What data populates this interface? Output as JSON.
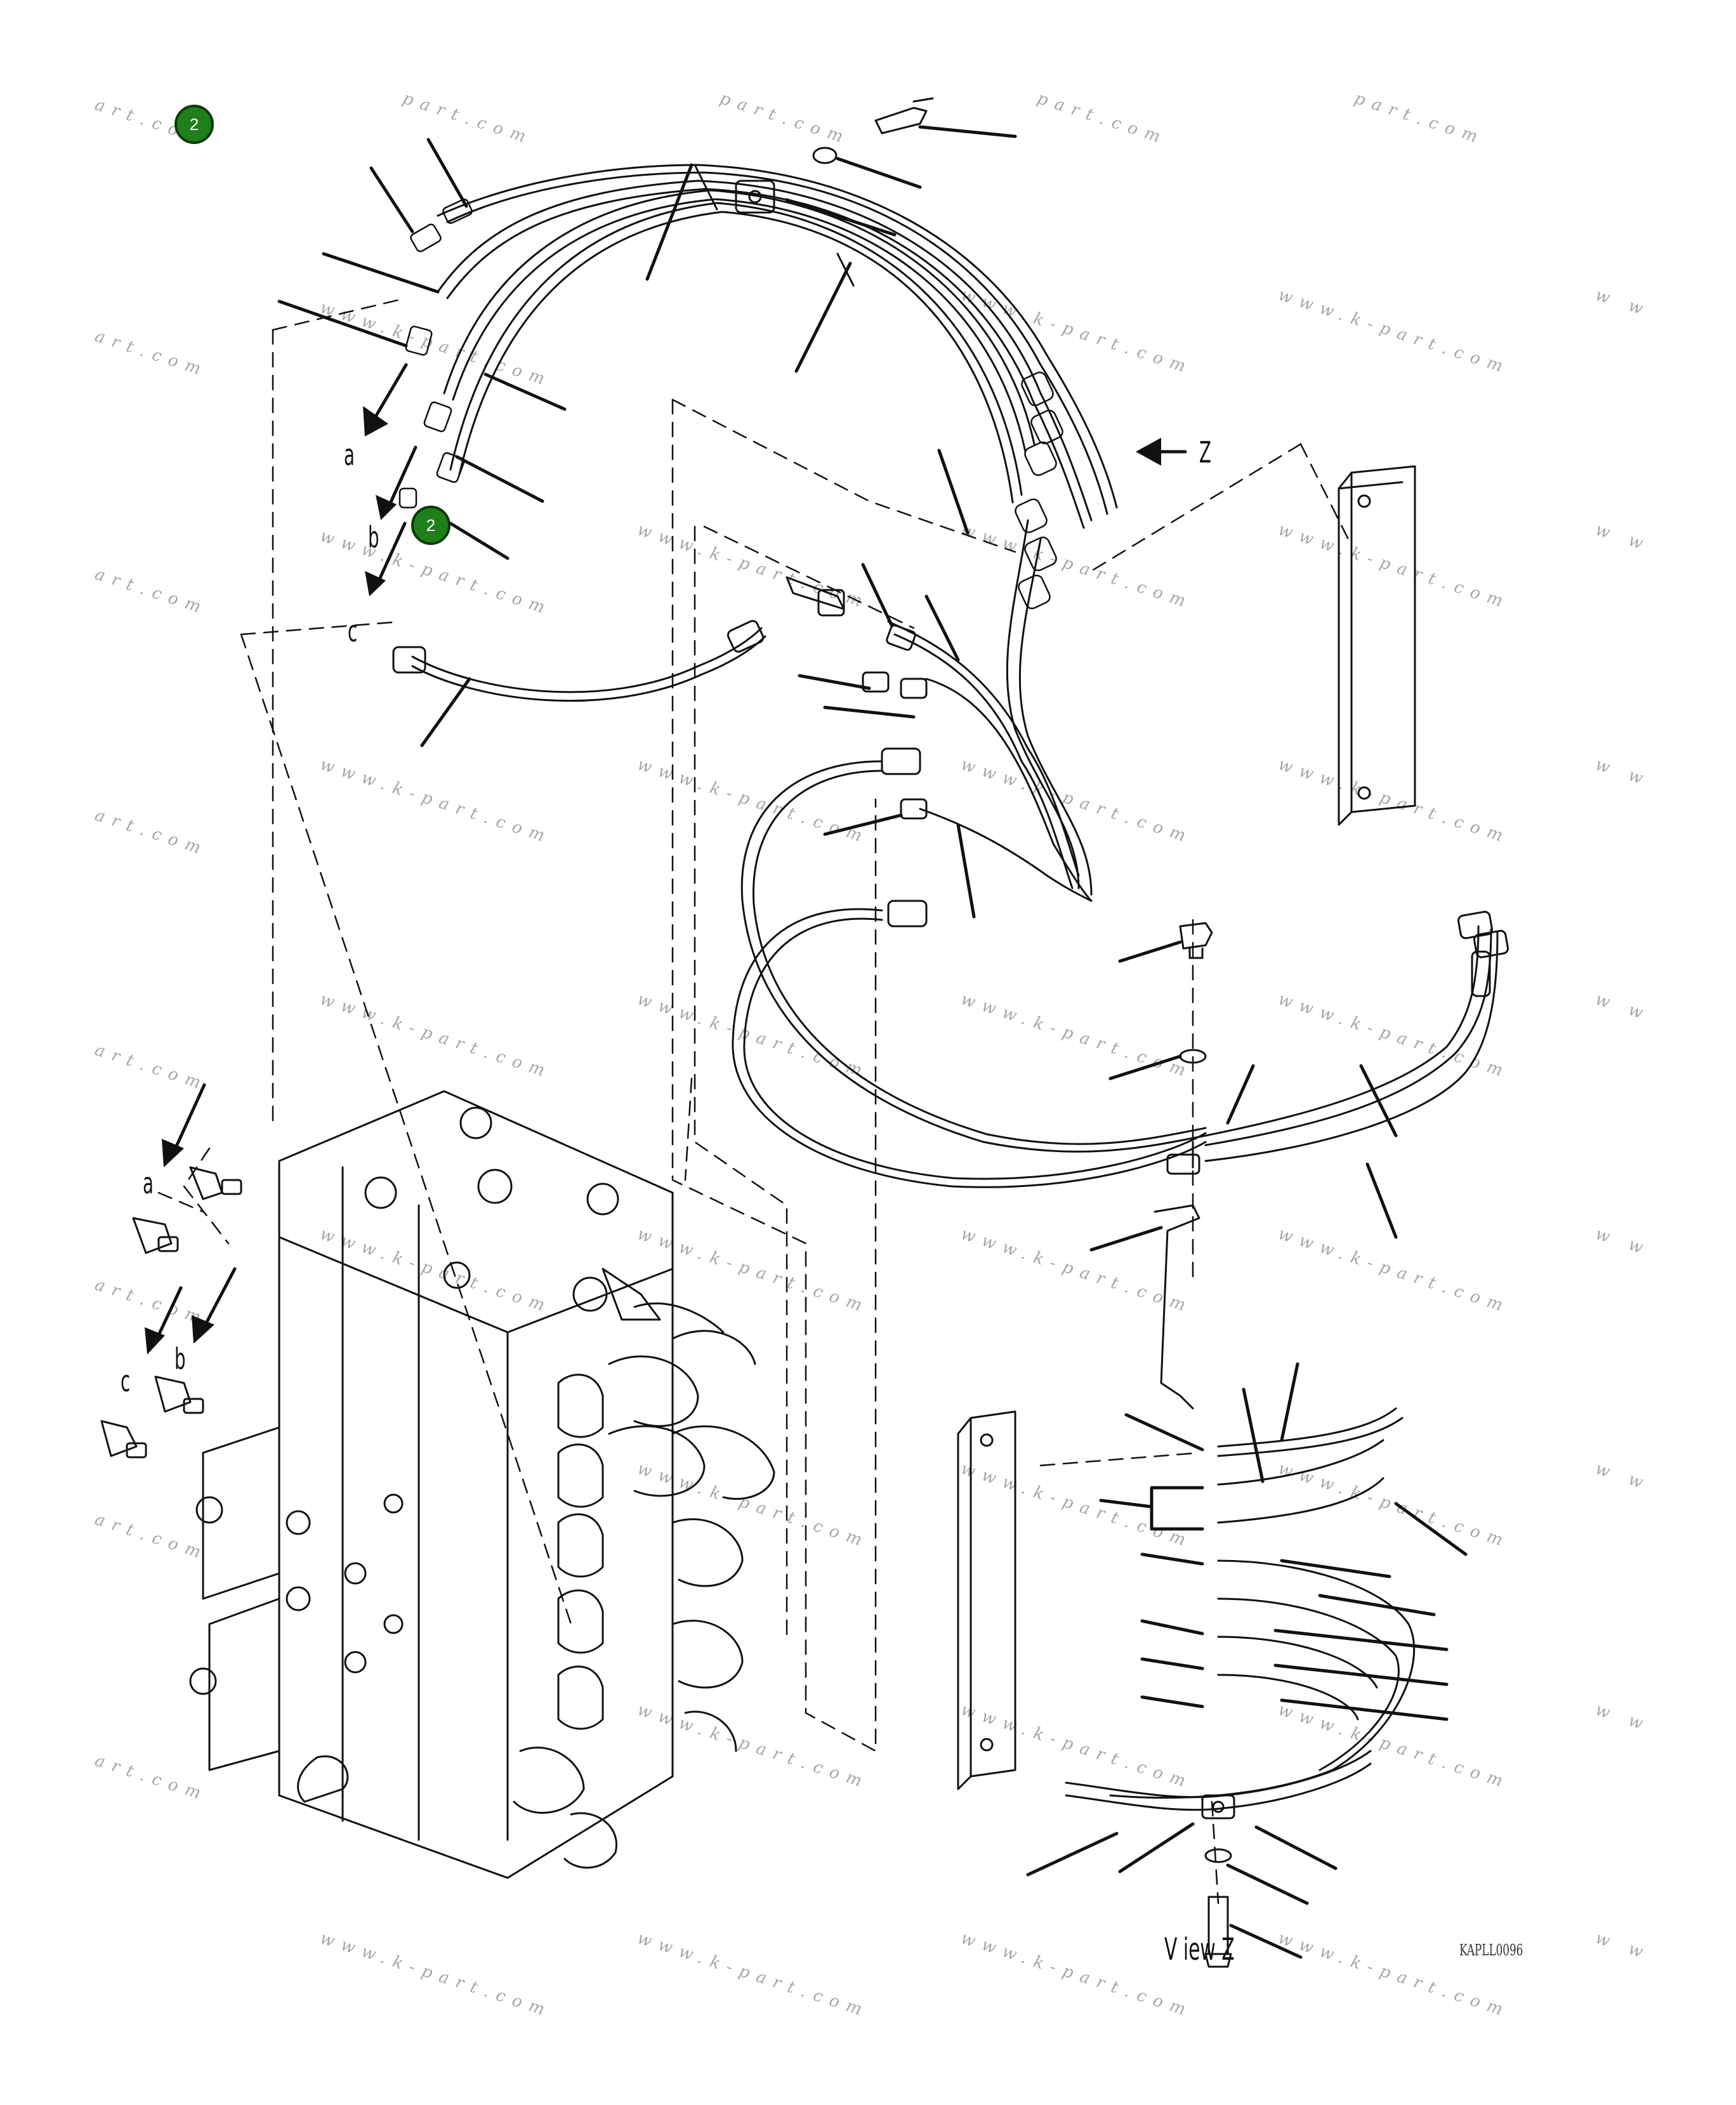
{
  "watermarks": {
    "part": "part.com",
    "art": "art.com",
    "kpart": "www.k-part.com",
    "ww": "w w"
  },
  "markers": [
    {
      "label": "2"
    },
    {
      "label": "2"
    }
  ],
  "connection_letters": {
    "a_top": "a",
    "b_top": "b",
    "c_top": "c",
    "a_bottom": "a",
    "b_bottom": "b",
    "c_bottom": "c"
  },
  "view_arrow_label": "Z",
  "caption": "V iew Z",
  "drawing_code": "KAPLL0096",
  "colors": {
    "marker_fill": "#1f7f1a",
    "line": "#111111",
    "watermark": "#a6a6a6"
  }
}
